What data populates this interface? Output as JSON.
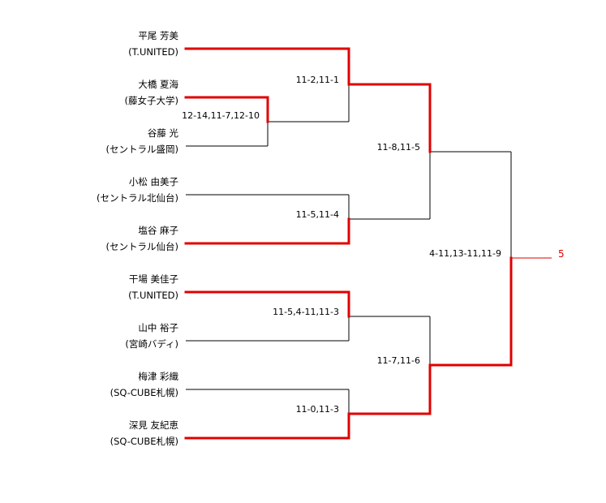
{
  "players": [
    {
      "name": "平尾 芳美",
      "club": "(T.UNITED)"
    },
    {
      "name": "大橋 夏海",
      "club": "(藤女子大学)"
    },
    {
      "name": "谷藤 光",
      "club": "(セントラル盛岡)"
    },
    {
      "name": "小松 由美子",
      "club": "(セントラル北仙台)"
    },
    {
      "name": "塩谷 麻子",
      "club": "(セントラル仙台)"
    },
    {
      "name": "干場 美佳子",
      "club": "(T.UNITED)"
    },
    {
      "name": "山中 裕子",
      "club": "(宮崎バディ)"
    },
    {
      "name": "梅津 彩織",
      "club": "(SQ-CUBE札幌)"
    },
    {
      "name": "深見 友紀恵",
      "club": "(SQ-CUBE札幌)"
    }
  ],
  "scores": {
    "m_2v3": "12-14,11-7,12-10",
    "m_1v23": "11-2,11-1",
    "m_4v5": "11-5,11-4",
    "m_top_semi": "11-8,11-5",
    "m_6v7": "11-5,4-11,11-3",
    "m_8v9": "11-0,11-3",
    "m_bottom_semi": "11-7,11-6",
    "m_final": "4-11,13-11,11-9"
  },
  "result": "5",
  "colors": {
    "winner_line": "#e00000",
    "loser_line": "#000000",
    "result_text": "#e00000"
  }
}
